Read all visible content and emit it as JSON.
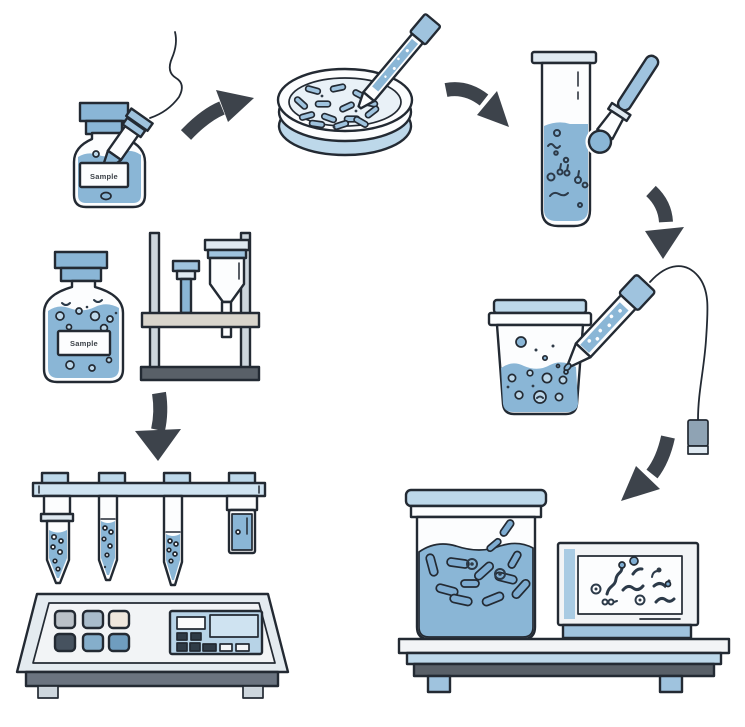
{
  "illustration": {
    "title": "Laboratory sample testing workflow",
    "labels": {
      "bottle1": "Sample",
      "bottle2": "Sample"
    },
    "steps": [
      {
        "name": "sample-bottle-with-syringe"
      },
      {
        "name": "petri-dish-inoculation"
      },
      {
        "name": "test-tube-with-dropper"
      },
      {
        "name": "specimen-cup-with-probe-and-cable"
      },
      {
        "name": "sample-bottle-and-filter-stand"
      },
      {
        "name": "multi-tube-analyzer-machine"
      },
      {
        "name": "culture-jar-with-microbe-monitor"
      }
    ],
    "arrows": [
      {
        "name": "flow-arrow-bottle-to-dish",
        "direction": "up-right"
      },
      {
        "name": "flow-arrow-dish-to-tube",
        "direction": "down-right"
      },
      {
        "name": "flow-arrow-tube-to-cup",
        "direction": "down"
      },
      {
        "name": "flow-arrow-cup-to-result",
        "direction": "down-left"
      },
      {
        "name": "flow-arrow-stand-to-machine",
        "direction": "down"
      }
    ],
    "colors": {
      "liquid_blue": "#8ab6d6",
      "light_blue": "#bdd8ea",
      "mid_blue": "#9fc3de",
      "pale_blue": "#dfe9f1",
      "outline_dark": "#232a33",
      "arrow_gray": "#3d434b",
      "machine_face": "#e4ebf0",
      "base_gray": "#6b7480",
      "stand_beige": "#d9d5cc",
      "background": "#ffffff"
    }
  }
}
